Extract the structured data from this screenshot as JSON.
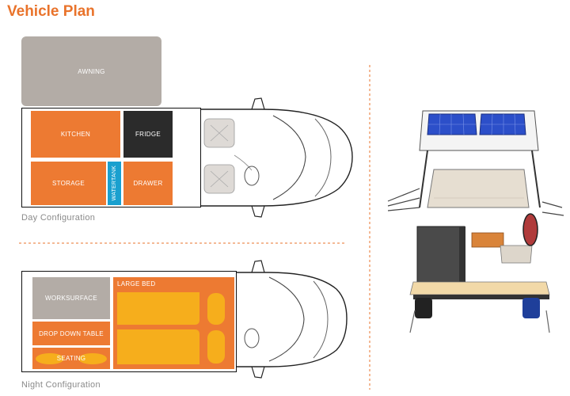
{
  "page": {
    "title": "Vehicle Plan"
  },
  "day_config": {
    "caption": "Day Configuration",
    "zones": {
      "awning": "AWNING",
      "kitchen": "KITCHEN",
      "fridge": "FRIDGE",
      "storage": "STORAGE",
      "watertank": "WATERTANK",
      "drawer": "DRAWER"
    }
  },
  "night_config": {
    "caption": "Night Configuration",
    "zones": {
      "worksurface": "WORKSURFACE",
      "drop_down_table": "DROP DOWN TABLE",
      "seating": "SEATING",
      "large_bed": "LARGE BED"
    }
  },
  "colors": {
    "accent": "#e9732b",
    "zone_orange": "#ed7a32",
    "zone_grey": "#b3aca6",
    "fridge": "#2b2b2b",
    "watertank": "#1aa0cf",
    "mattress": "#f6ae1c"
  }
}
